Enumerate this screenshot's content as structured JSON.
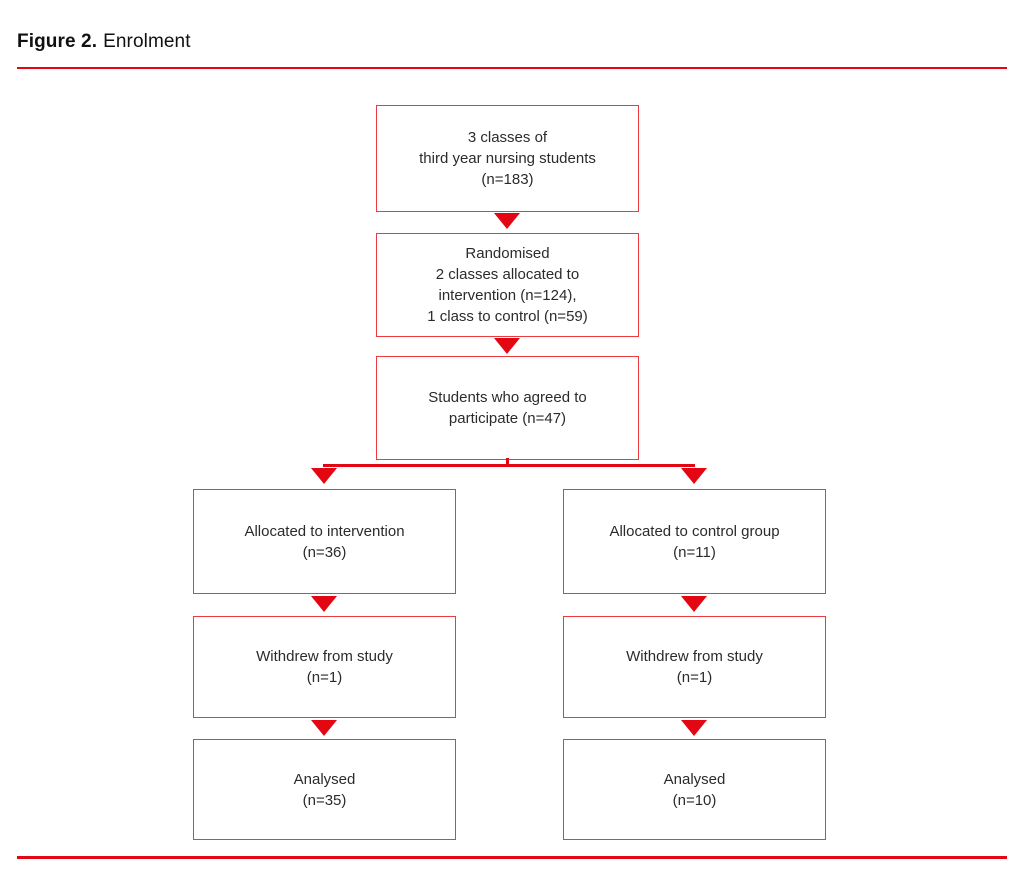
{
  "figure": {
    "label": "Figure 2.",
    "title": "Enrolment"
  },
  "colors": {
    "accent_red": "#e30613",
    "box_border_red": "#ec3a41",
    "text": "#2b2b2b",
    "background": "#ffffff"
  },
  "flowchart": {
    "nodes": {
      "enrolled": {
        "text": "3 classes of\nthird year nursing students\n(n=183)"
      },
      "randomised": {
        "text": "Randomised\n2 classes allocated to\nintervention (n=124),\n1 class to control (n=59)"
      },
      "agreed": {
        "text": "Students who agreed to\nparticipate (n=47)"
      },
      "allocated_intervention": {
        "text": "Allocated to intervention\n(n=36)"
      },
      "allocated_control": {
        "text": "Allocated to control group\n(n=11)"
      },
      "withdrew_intervention": {
        "text": "Withdrew from study\n(n=1)"
      },
      "withdrew_control": {
        "text": "Withdrew from study\n(n=1)"
      },
      "analysed_intervention": {
        "text": "Analysed\n(n=35)"
      },
      "analysed_control": {
        "text": "Analysed\n(n=10)"
      }
    }
  }
}
